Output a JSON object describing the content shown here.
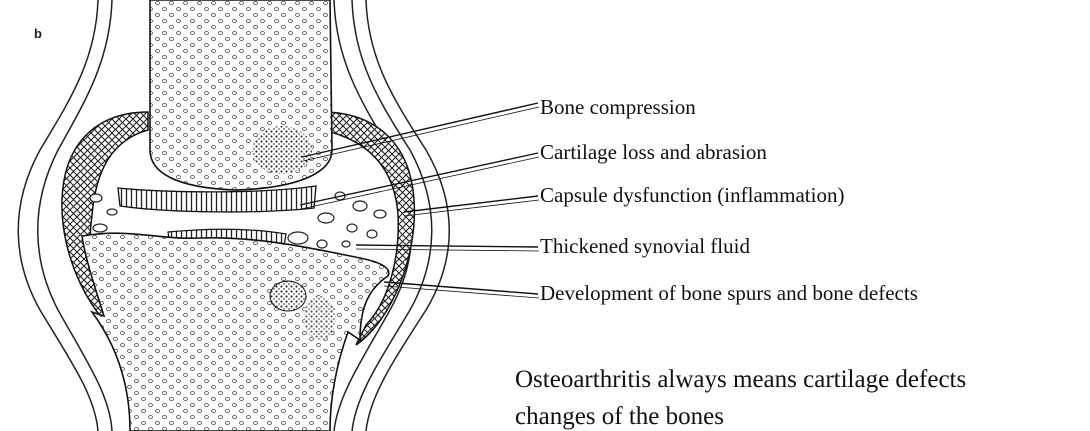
{
  "panel_letter": "b",
  "labels": [
    "Bone compression",
    "Cartilage loss and abrasion",
    "Capsule dysfunction (inflammation)",
    "Thickened synovial fluid",
    "Development of bone spurs and bone defects"
  ],
  "caption": {
    "line1": "Osteoarthritis always means cartilage defects",
    "line2": "changes of the bones"
  },
  "colors": {
    "ink": "#111111",
    "background": "#ffffff"
  }
}
